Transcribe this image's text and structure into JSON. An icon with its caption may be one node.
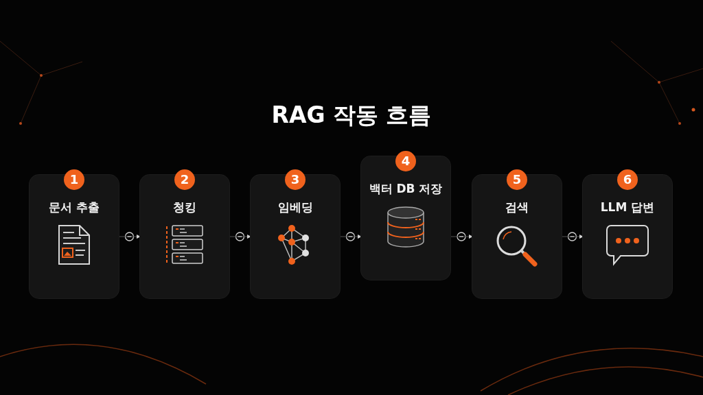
{
  "diagram": {
    "title": "RAG 작동 흐름",
    "nodes": [
      {
        "text": [
          "1",
          "문서 추출"
        ]
      },
      {
        "text": [
          "2",
          "청킹"
        ]
      },
      {
        "text": [
          "3",
          "임베딩"
        ]
      },
      {
        "text": [
          "4",
          "백터 DB 저장"
        ]
      },
      {
        "text": [
          "5",
          "검색"
        ]
      },
      {
        "text": [
          "6",
          "LLM 답변"
        ]
      }
    ],
    "edges": [
      {
        "from": 0,
        "to": 1,
        "arrow": "to"
      },
      {
        "from": 1,
        "to": 2,
        "arrow": "to"
      },
      {
        "from": 2,
        "to": 3,
        "arrow": "to"
      },
      {
        "from": 3,
        "to": 4,
        "arrow": "to"
      },
      {
        "from": 4,
        "to": 5,
        "arrow": "to"
      }
    ]
  }
}
